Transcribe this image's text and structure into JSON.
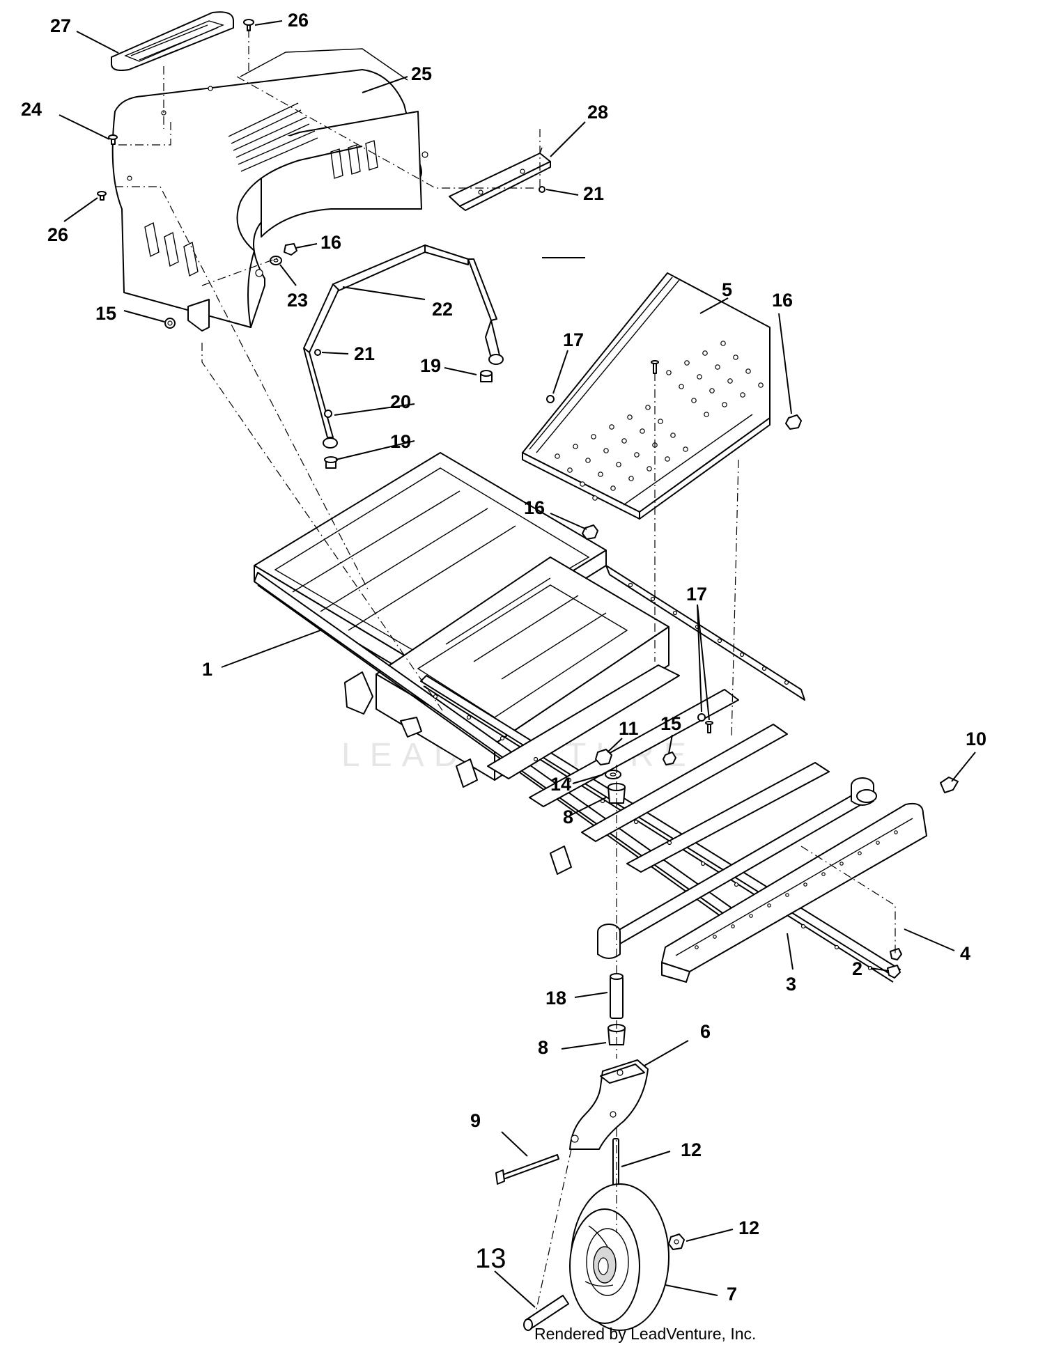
{
  "callouts": [
    {
      "id": "c1",
      "text": "1"
    },
    {
      "id": "c2",
      "text": "2"
    },
    {
      "id": "c3",
      "text": "3"
    },
    {
      "id": "c4",
      "text": "4"
    },
    {
      "id": "c5",
      "text": "5"
    },
    {
      "id": "c6",
      "text": "6"
    },
    {
      "id": "c7",
      "text": "7"
    },
    {
      "id": "c8a",
      "text": "8"
    },
    {
      "id": "c8b",
      "text": "8"
    },
    {
      "id": "c9",
      "text": "9"
    },
    {
      "id": "c10",
      "text": "10"
    },
    {
      "id": "c11",
      "text": "11"
    },
    {
      "id": "c12a",
      "text": "12"
    },
    {
      "id": "c12b",
      "text": "12"
    },
    {
      "id": "c13",
      "text": "13"
    },
    {
      "id": "c14",
      "text": "14"
    },
    {
      "id": "c15a",
      "text": "15"
    },
    {
      "id": "c15b",
      "text": "15"
    },
    {
      "id": "c16a",
      "text": "16"
    },
    {
      "id": "c16b",
      "text": "16"
    },
    {
      "id": "c16c",
      "text": "16"
    },
    {
      "id": "c17a",
      "text": "17"
    },
    {
      "id": "c17b",
      "text": "17"
    },
    {
      "id": "c18",
      "text": "18"
    },
    {
      "id": "c19a",
      "text": "19"
    },
    {
      "id": "c19b",
      "text": "19"
    },
    {
      "id": "c20",
      "text": "20"
    },
    {
      "id": "c21a",
      "text": "21"
    },
    {
      "id": "c21b",
      "text": "21"
    },
    {
      "id": "c22",
      "text": "22"
    },
    {
      "id": "c23",
      "text": "23"
    },
    {
      "id": "c24",
      "text": "24"
    },
    {
      "id": "c25",
      "text": "25"
    },
    {
      "id": "c26a",
      "text": "26"
    },
    {
      "id": "c26b",
      "text": "26"
    },
    {
      "id": "c27",
      "text": "27"
    },
    {
      "id": "c28",
      "text": "28"
    }
  ],
  "watermark": "LEADVENTURE",
  "credit": "Rendered by LeadVenture, Inc."
}
